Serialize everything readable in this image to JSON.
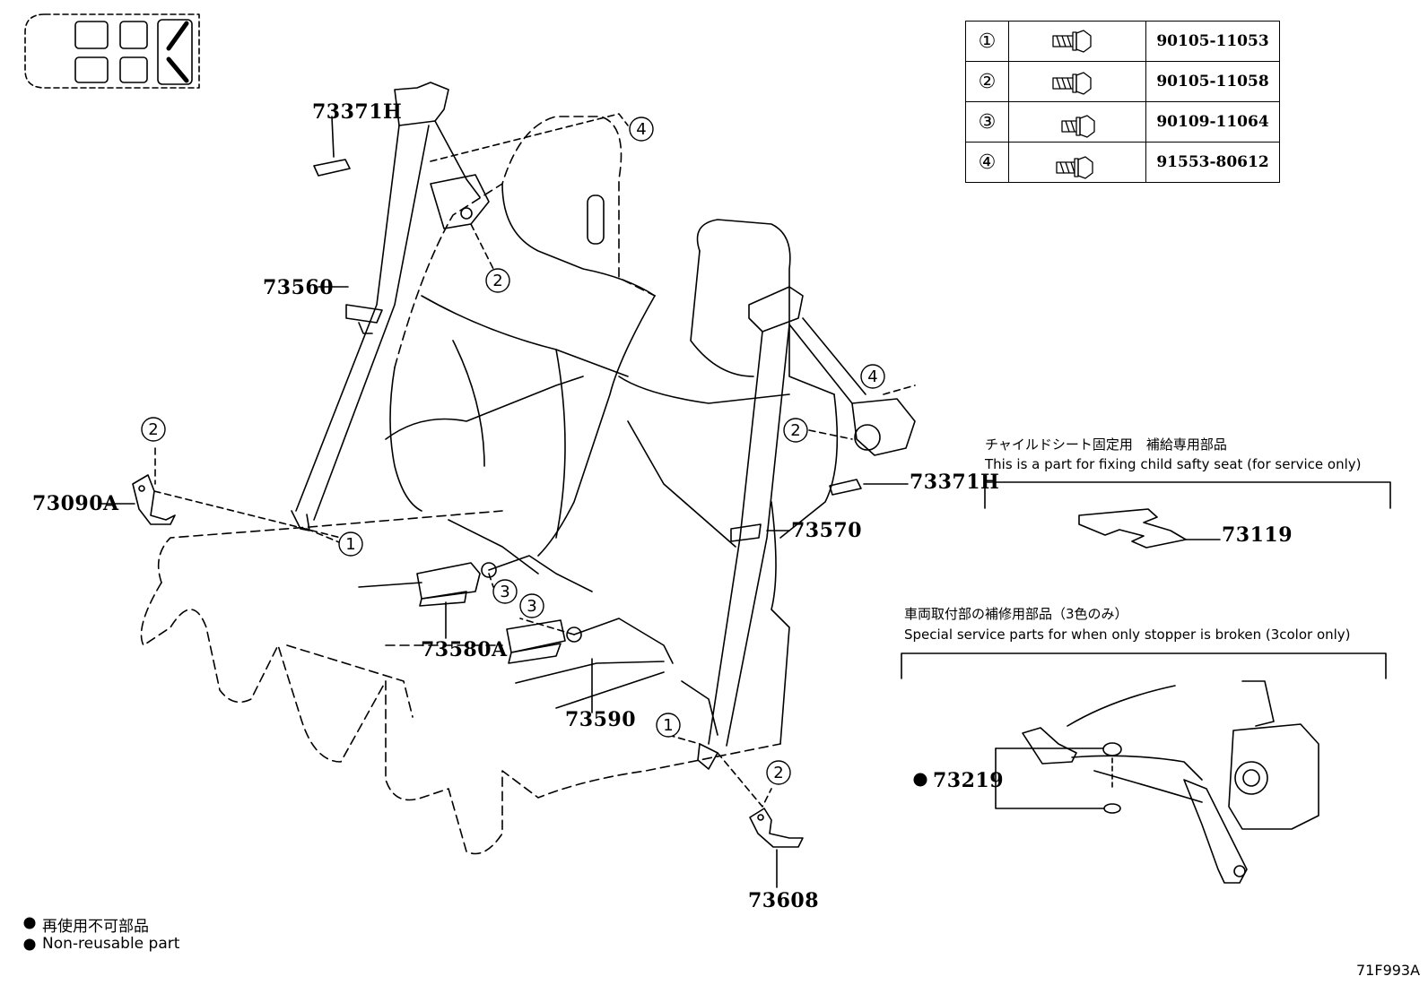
{
  "fastener_table": [
    {
      "ref": "①",
      "part_no": "90105-11053",
      "icon": "flange-bolt-icon"
    },
    {
      "ref": "②",
      "part_no": "90105-11058",
      "icon": "flange-bolt-icon"
    },
    {
      "ref": "③",
      "part_no": "90109-11064",
      "icon": "flange-bolt-icon"
    },
    {
      "ref": "④",
      "part_no": "91553-80612",
      "icon": "flange-bolt-icon"
    }
  ],
  "callouts": {
    "label_73371h_top": "73371H",
    "label_73560": "73560",
    "label_73090a": "73090A",
    "label_73580a": "73580A",
    "label_73590": "73590",
    "label_73608": "73608",
    "label_73570": "73570",
    "label_73371h_right": "73371H",
    "label_73119": "73119",
    "label_73219": "73219"
  },
  "ref_markers": {
    "m1": "1",
    "m2": "2",
    "m3": "3",
    "m4": "4"
  },
  "child_seat_note": {
    "jp": "チャイルドシート固定用　補給専用部品",
    "en": "This is a part for fixing child safty seat (for service only)"
  },
  "stopper_note": {
    "jp": "車両取付部の補修用部品（3色のみ）",
    "en": "Special service parts for when only stopper is broken (3color only)"
  },
  "legend": {
    "jp": "再使用不可部品",
    "en": "Non-reusable part"
  },
  "figure_id": "71F993A"
}
